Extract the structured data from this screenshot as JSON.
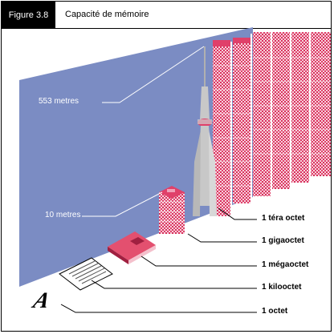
{
  "figure": {
    "number": "Figure 3.8",
    "title": "Capacité de mémoire"
  },
  "wall_labels": {
    "height_tall": "553 metres",
    "height_short": "10 metres"
  },
  "capacity_labels": {
    "octet": "1 octet",
    "kilooctet": "1 kilooctet",
    "megaoctet": "1 mégaoctet",
    "gigaoctet": "1 gigaoctet",
    "teraoctet": "1 téra octet"
  },
  "glyph": {
    "letter": "A"
  },
  "colors": {
    "wall": "#7b8cc3",
    "paper_stack": "#e0406a",
    "book_cover": "#e3506f",
    "tower": "#c8c8c8"
  }
}
